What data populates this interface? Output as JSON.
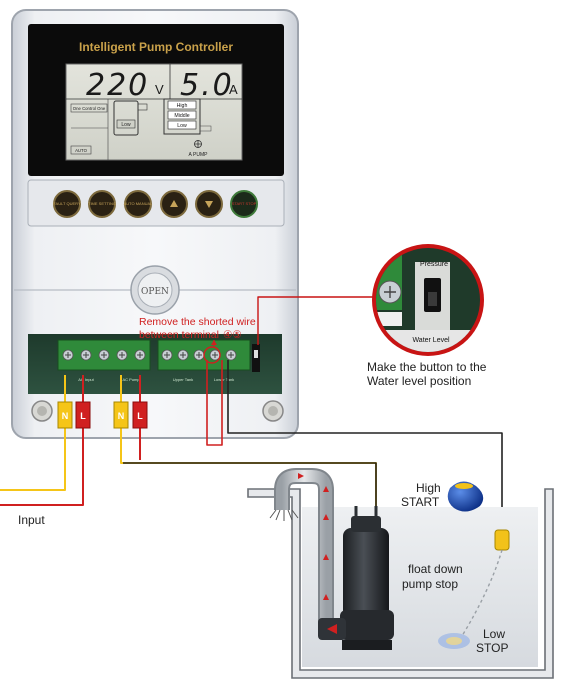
{
  "controller": {
    "title": "Intelligent Pump Controller",
    "voltage": "220",
    "voltage_unit": "V",
    "current": "5.0",
    "current_unit": "A",
    "lcd_mode": "One Control One",
    "lcd_tank_level": "Low",
    "lcd_levels": [
      "High",
      "Middle",
      "Low"
    ],
    "lcd_auto": "AUTO",
    "lcd_pump": "A PUMP",
    "buttons": [
      "FAULT QUERY",
      "TIME SETTING",
      "AUTO MANUAL",
      "",
      "",
      "START STOP"
    ],
    "open_button": "OPEN"
  },
  "terminal": {
    "note_line1": "Remove the shorted wire",
    "note_line2": "between terminal",
    "note_terminals": "④⑤",
    "group_labels": [
      "AC Input",
      "AC Pump",
      "Upper Tank",
      "Lower Tank"
    ],
    "wire_tags": [
      "N",
      "L",
      "N",
      "L"
    ]
  },
  "callout": {
    "pressure_label": "Pressure",
    "water_level_label": "Water Level",
    "line1": "Make the button to the",
    "line2": "Water level position"
  },
  "input_label": "Input",
  "tank": {
    "high_label": "High",
    "start_label": "START",
    "float_line1": "float down",
    "float_line2": "pump stop",
    "low_label": "Low",
    "stop_label": "STOP"
  },
  "colors": {
    "neutral_wire": "#f5c518",
    "live_wire": "#d02020",
    "signal_wire": "#222222",
    "callout_ring": "#c81414",
    "note_text": "#d02020"
  }
}
